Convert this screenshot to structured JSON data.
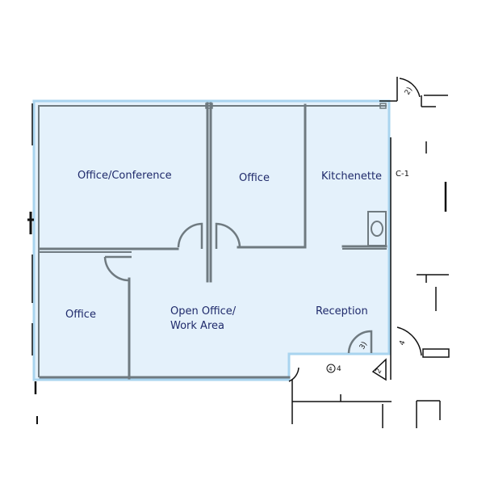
{
  "floorplan": {
    "colors": {
      "fill": "#e4f1fb",
      "outline": "#a9d4ef",
      "wall": "#6f7a80",
      "sketch": "#111111",
      "label": "#1f2a6b"
    },
    "rooms": [
      {
        "id": "office-conference",
        "label": "Office/Conference"
      },
      {
        "id": "office-top",
        "label": "Office"
      },
      {
        "id": "kitchenette",
        "label": "Kitchenette"
      },
      {
        "id": "office-left",
        "label": "Office"
      },
      {
        "id": "open-office",
        "label_line1": "Open Office/",
        "label_line2": "Work Area"
      },
      {
        "id": "reception",
        "label": "Reception"
      }
    ],
    "annotations": {
      "door_marks": [
        "3",
        "4",
        "2",
        "4",
        "2"
      ],
      "note_c": "C-1"
    }
  }
}
